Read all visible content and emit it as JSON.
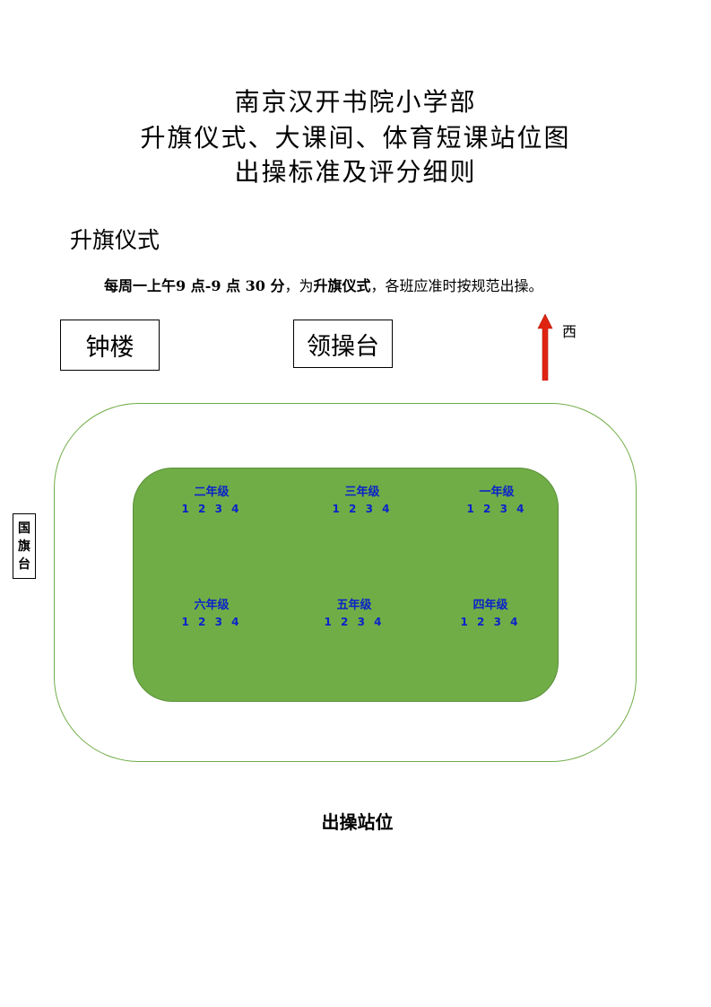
{
  "title": {
    "line1": "南京汉开书院小学部",
    "line2": "升旗仪式、大课间、体育短课站位图",
    "line3": "出操标准及评分细则"
  },
  "section": {
    "heading": "升旗仪式",
    "para_part1": "每周一上午",
    "para_time": "9 点-9 点 30 分",
    "para_part2": "，为",
    "para_bold": "升旗仪式",
    "para_part3": "，各班应准时按规范出操。"
  },
  "map": {
    "clock_tower": "钟楼",
    "stage": "领操台",
    "flag_platform": [
      "国",
      "旗",
      "台"
    ],
    "direction": "西",
    "arrow_color": "#e02412",
    "track_color": "#70ad47",
    "field_color": "#70ad47",
    "grade_color": "#0b23c9",
    "grades": [
      {
        "name": "二年级",
        "classes": "1 2 3 4"
      },
      {
        "name": "三年级",
        "classes": "1 2 3 4"
      },
      {
        "name": "一年级",
        "classes": "1 2 3 4"
      },
      {
        "name": "六年级",
        "classes": "1 2 3 4"
      },
      {
        "name": "五年级",
        "classes": "1 2 3 4"
      },
      {
        "name": "四年级",
        "classes": "1 2 3 4"
      }
    ]
  },
  "caption": "出操站位"
}
